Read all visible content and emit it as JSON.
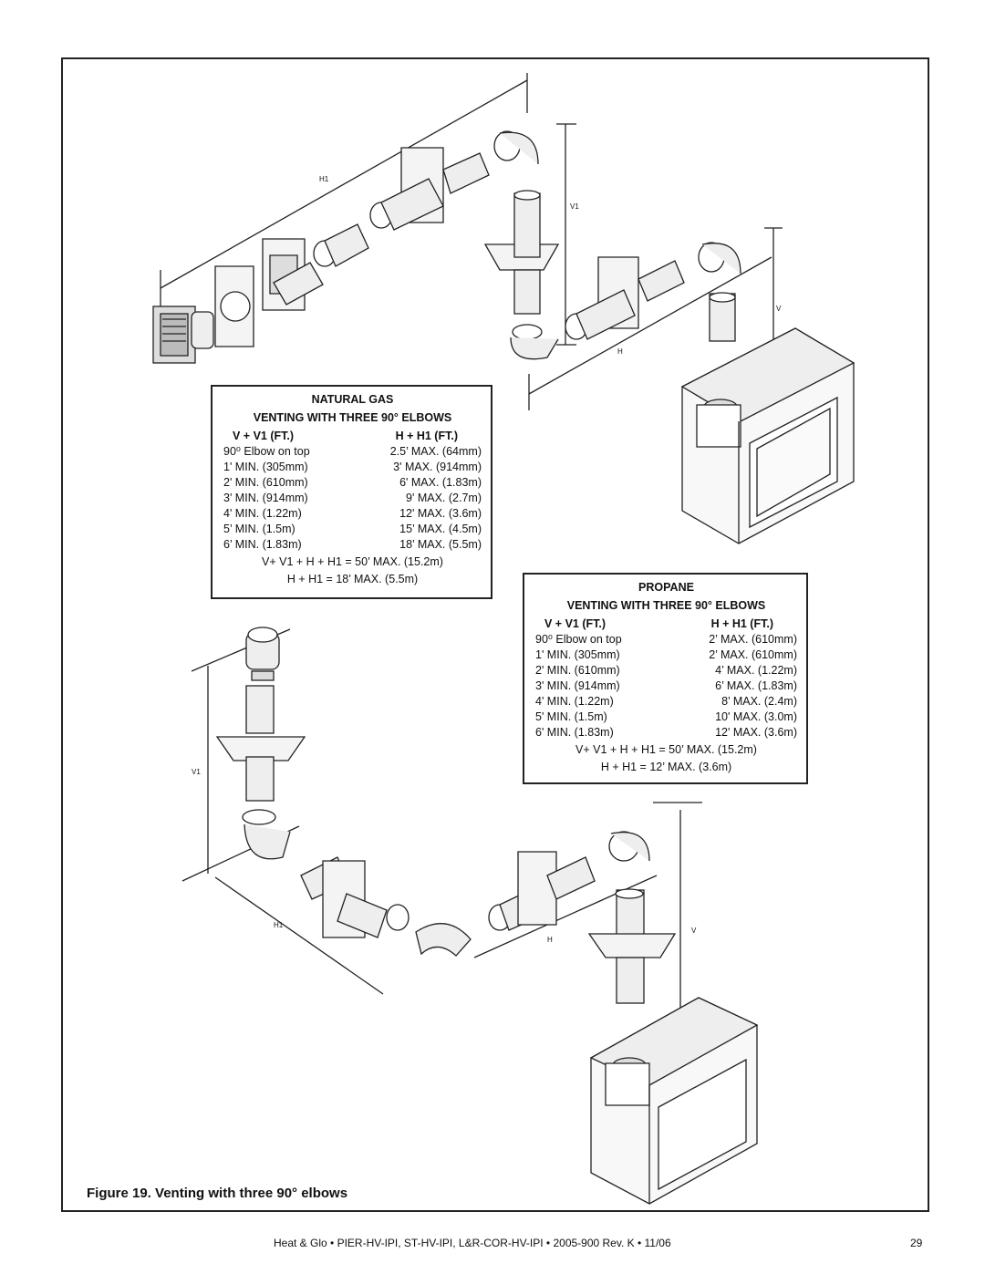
{
  "natural_gas": {
    "title": "NATURAL GAS",
    "subtitle": "VENTING WITH THREE 90° ELBOWS",
    "col1": "V + V1  (FT.)",
    "col2": "H + H1 (FT.)",
    "rows": [
      [
        "90⁰ Elbow on top",
        "2.5’ MAX.  (64mm)"
      ],
      [
        "1' MIN. (305mm)",
        "3' MAX.  (914mm)"
      ],
      [
        "2' MIN. (610mm)",
        "6' MAX.  (1.83m)"
      ],
      [
        "3' MIN. (914mm)",
        "9' MAX.  (2.7m)"
      ],
      [
        "4' MIN. (1.22m)",
        "12' MAX.  (3.6m)"
      ],
      [
        "5’ MIN. (1.5m)",
        "15’ MAX.  (4.5m)"
      ],
      [
        "6’ MIN. (1.83m)",
        "18’ MAX.  (5.5m)"
      ]
    ],
    "total1": "V+ V1 + H + H1 = 50’ MAX. (15.2m)",
    "total2": "H + H1 = 18’ MAX. (5.5m)"
  },
  "propane": {
    "title": "PROPANE",
    "subtitle": "VENTING WITH THREE 90° ELBOWS",
    "col1": "V + V1  (FT.)",
    "col2": "H + H1 (FT.)",
    "rows": [
      [
        "90⁰ Elbow on top",
        "2’ MAX. (610mm)"
      ],
      [
        "1' MIN. (305mm)",
        "2’ MAX.  (610mm)"
      ],
      [
        "2' MIN. (610mm)",
        "4’ MAX.  (1.22m)"
      ],
      [
        "3' MIN. (914mm)",
        "6’ MAX.  (1.83m)"
      ],
      [
        "4' MIN. (1.22m)",
        "8’ MAX.  (2.4m)"
      ],
      [
        "5' MIN. (1.5m)",
        "10' MAX.  (3.0m)"
      ],
      [
        "6' MIN. (1.83m)",
        "12' MAX.  (3.6m)"
      ]
    ],
    "total1": "V+ V1 + H + H1 = 50’ MAX. (15.2m)",
    "total2": "H + H1 = 12’ MAX. (3.6m)"
  },
  "dimension_labels": {
    "top_h1": "H1",
    "top_v1": "V1",
    "top_v": "V",
    "top_h": "H",
    "bottom_v1": "V1",
    "bottom_h1": "H1",
    "bottom_h": "H",
    "bottom_v": "V"
  },
  "caption": "Figure 19.  Venting with three 90° elbows",
  "footer": "Heat & Glo • PIER-HV-IPI, ST-HV-IPI, L&R-COR-HV-IPI • 2005-900 Rev. K • 11/06",
  "page_number": "29"
}
